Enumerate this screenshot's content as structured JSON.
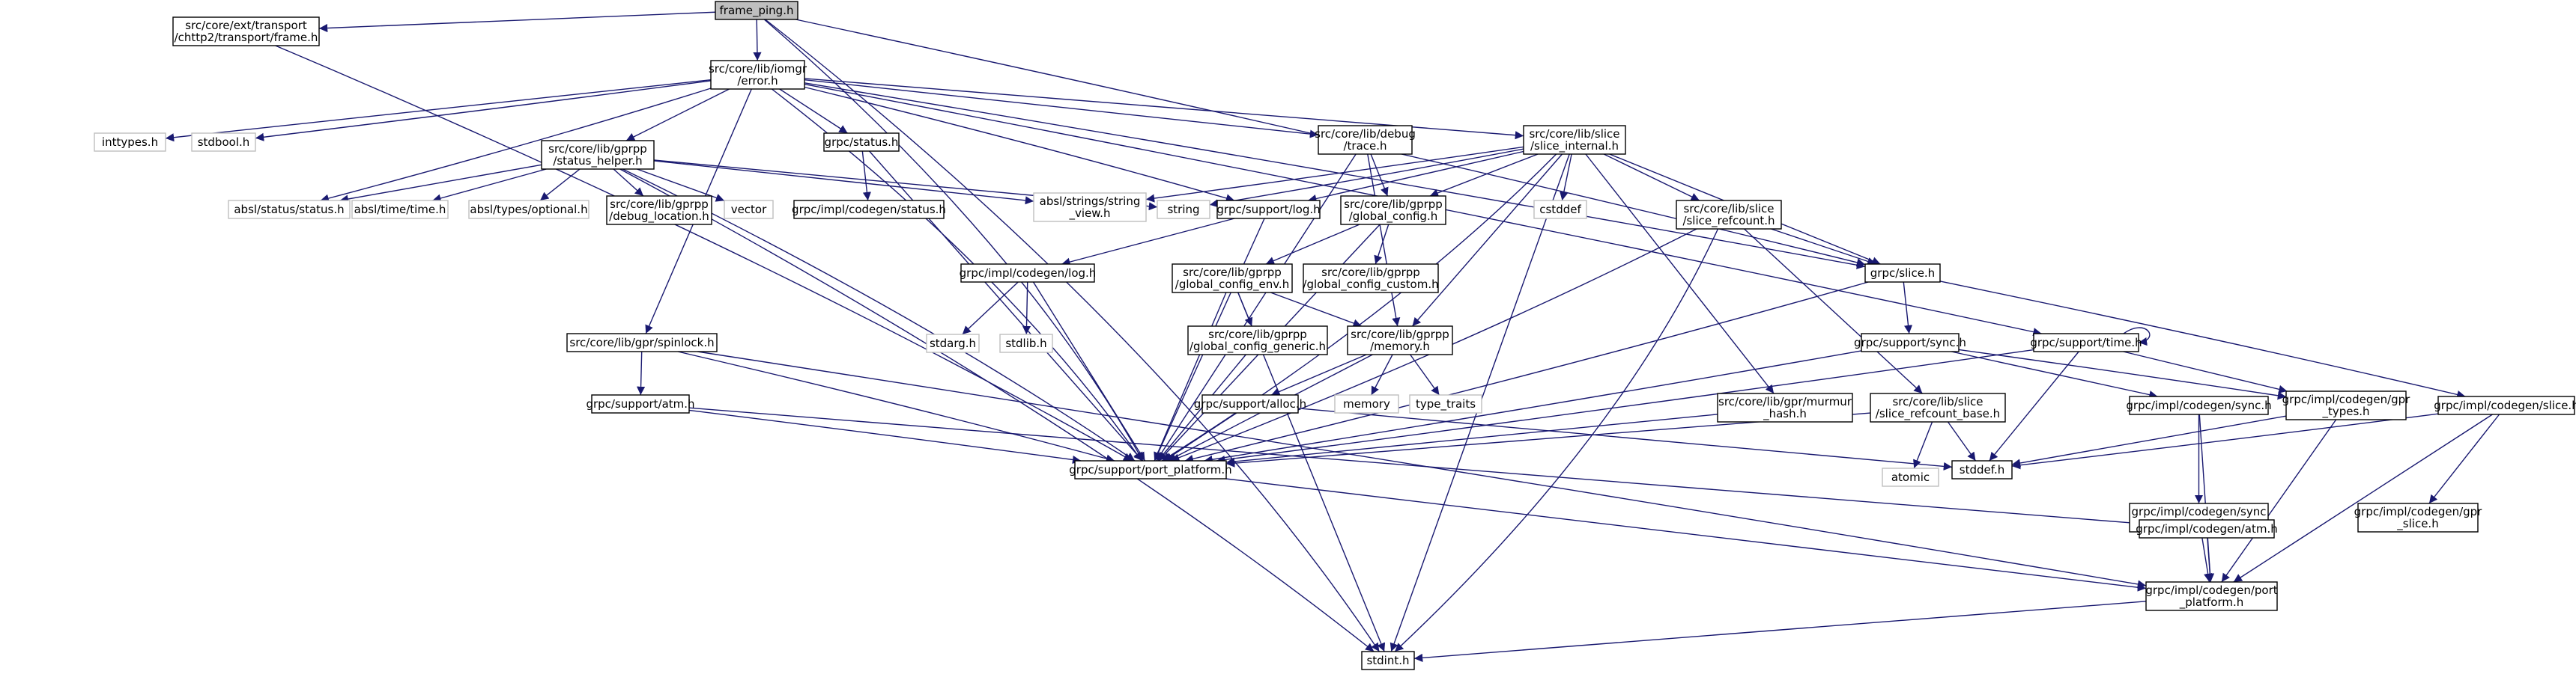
{
  "colors": {
    "edge": "#191970",
    "root_fill": "#bfbfbf",
    "node_fill": "#ffffff",
    "node_border": "#000000",
    "external_border": "#bfbfbf"
  },
  "nodes": [
    {
      "id": "frame_ping",
      "label": "frame_ping.h",
      "kind": "root"
    },
    {
      "id": "frame",
      "label": "src/core/ext/transport\n/chttp2/transport/frame.h",
      "kind": "file"
    },
    {
      "id": "error",
      "label": "src/core/lib/iomgr\n/error.h",
      "kind": "file"
    },
    {
      "id": "inttypes",
      "label": "inttypes.h",
      "kind": "external"
    },
    {
      "id": "stdbool",
      "label": "stdbool.h",
      "kind": "external"
    },
    {
      "id": "status_helper",
      "label": "src/core/lib/gprpp\n/status_helper.h",
      "kind": "file"
    },
    {
      "id": "grpc_status",
      "label": "grpc/status.h",
      "kind": "file"
    },
    {
      "id": "debug_trace",
      "label": "src/core/lib/debug\n/trace.h",
      "kind": "file"
    },
    {
      "id": "slice_internal",
      "label": "src/core/lib/slice\n/slice_internal.h",
      "kind": "file"
    },
    {
      "id": "absl_status",
      "label": "absl/status/status.h",
      "kind": "external"
    },
    {
      "id": "absl_time",
      "label": "absl/time/time.h",
      "kind": "external"
    },
    {
      "id": "absl_optional",
      "label": "absl/types/optional.h",
      "kind": "external"
    },
    {
      "id": "debug_location",
      "label": "src/core/lib/gprpp\n/debug_location.h",
      "kind": "file"
    },
    {
      "id": "vector",
      "label": "vector",
      "kind": "external"
    },
    {
      "id": "string_view",
      "label": "absl/strings/string\n_view.h",
      "kind": "external"
    },
    {
      "id": "string",
      "label": "string",
      "kind": "external"
    },
    {
      "id": "codegen_status",
      "label": "grpc/impl/codegen/status.h",
      "kind": "file"
    },
    {
      "id": "support_log",
      "label": "grpc/support/log.h",
      "kind": "file"
    },
    {
      "id": "global_config",
      "label": "src/core/lib/gprpp\n/global_config.h",
      "kind": "file"
    },
    {
      "id": "cstddef",
      "label": "cstddef",
      "kind": "external"
    },
    {
      "id": "slice_refcount",
      "label": "src/core/lib/slice\n/slice_refcount.h",
      "kind": "file"
    },
    {
      "id": "grpc_slice",
      "label": "grpc/slice.h",
      "kind": "file"
    },
    {
      "id": "codegen_log",
      "label": "grpc/impl/codegen/log.h",
      "kind": "file"
    },
    {
      "id": "global_config_env",
      "label": "src/core/lib/gprpp\n/global_config_env.h",
      "kind": "file"
    },
    {
      "id": "global_config_custom",
      "label": "src/core/lib/gprpp\n/global_config_custom.h",
      "kind": "file"
    },
    {
      "id": "spinlock",
      "label": "src/core/lib/gpr/spinlock.h",
      "kind": "file"
    },
    {
      "id": "stdarg",
      "label": "stdarg.h",
      "kind": "external"
    },
    {
      "id": "stdlib",
      "label": "stdlib.h",
      "kind": "external"
    },
    {
      "id": "global_config_generic",
      "label": "src/core/lib/gprpp\n/global_config_generic.h",
      "kind": "file"
    },
    {
      "id": "gprpp_memory",
      "label": "src/core/lib/gprpp\n/memory.h",
      "kind": "file"
    },
    {
      "id": "support_sync",
      "label": "grpc/support/sync.h",
      "kind": "file"
    },
    {
      "id": "support_time",
      "label": "grpc/support/time.h",
      "kind": "file"
    },
    {
      "id": "support_atm",
      "label": "grpc/support/atm.h",
      "kind": "file"
    },
    {
      "id": "support_alloc",
      "label": "grpc/support/alloc.h",
      "kind": "file"
    },
    {
      "id": "memory",
      "label": "memory",
      "kind": "external"
    },
    {
      "id": "type_traits",
      "label": "type_traits",
      "kind": "external"
    },
    {
      "id": "murmur_hash",
      "label": "src/core/lib/gpr/murmur\n_hash.h",
      "kind": "file"
    },
    {
      "id": "slice_refcount_base",
      "label": "src/core/lib/slice\n/slice_refcount_base.h",
      "kind": "file"
    },
    {
      "id": "codegen_sync",
      "label": "grpc/impl/codegen/sync.h",
      "kind": "file"
    },
    {
      "id": "gpr_types",
      "label": "grpc/impl/codegen/gpr\n_types.h",
      "kind": "file"
    },
    {
      "id": "codegen_slice",
      "label": "grpc/impl/codegen/slice.h",
      "kind": "file"
    },
    {
      "id": "port_platform",
      "label": "grpc/support/port_platform.h",
      "kind": "file"
    },
    {
      "id": "atomic",
      "label": "atomic",
      "kind": "external"
    },
    {
      "id": "stddef",
      "label": "stddef.h",
      "kind": "file"
    },
    {
      "id": "sync_generic",
      "label": "grpc/impl/codegen/sync\n_generic.h",
      "kind": "file"
    },
    {
      "id": "gpr_slice",
      "label": "grpc/impl/codegen/gpr\n_slice.h",
      "kind": "file"
    },
    {
      "id": "codegen_atm",
      "label": "grpc/impl/codegen/atm.h",
      "kind": "file"
    },
    {
      "id": "codegen_port_platform",
      "label": "grpc/impl/codegen/port\n_platform.h",
      "kind": "file"
    },
    {
      "id": "stdint",
      "label": "stdint.h",
      "kind": "file"
    }
  ],
  "edges": [
    [
      "frame_ping",
      "frame"
    ],
    [
      "frame_ping",
      "error"
    ],
    [
      "frame_ping",
      "stdint"
    ],
    [
      "frame_ping",
      "port_platform"
    ],
    [
      "frame_ping",
      "grpc_slice"
    ],
    [
      "frame",
      "port_platform"
    ],
    [
      "error",
      "inttypes"
    ],
    [
      "error",
      "stdbool"
    ],
    [
      "error",
      "status_helper"
    ],
    [
      "error",
      "grpc_status"
    ],
    [
      "error",
      "debug_trace"
    ],
    [
      "error",
      "slice_internal"
    ],
    [
      "error",
      "absl_status"
    ],
    [
      "error",
      "support_log"
    ],
    [
      "error",
      "spinlock"
    ],
    [
      "error",
      "port_platform"
    ],
    [
      "error",
      "grpc_slice"
    ],
    [
      "error",
      "support_time"
    ],
    [
      "status_helper",
      "absl_status"
    ],
    [
      "status_helper",
      "absl_time"
    ],
    [
      "status_helper",
      "absl_optional"
    ],
    [
      "status_helper",
      "debug_location"
    ],
    [
      "status_helper",
      "vector"
    ],
    [
      "status_helper",
      "string_view"
    ],
    [
      "status_helper",
      "string"
    ],
    [
      "status_helper",
      "port_platform"
    ],
    [
      "status_helper",
      "stdint"
    ],
    [
      "grpc_status",
      "codegen_status"
    ],
    [
      "grpc_status",
      "port_platform"
    ],
    [
      "debug_trace",
      "global_config"
    ],
    [
      "debug_trace",
      "gprpp_memory"
    ],
    [
      "debug_trace",
      "port_platform"
    ],
    [
      "slice_internal",
      "string_view"
    ],
    [
      "slice_internal",
      "string"
    ],
    [
      "slice_internal",
      "support_log"
    ],
    [
      "slice_internal",
      "global_config"
    ],
    [
      "slice_internal",
      "cstddef"
    ],
    [
      "slice_internal",
      "slice_refcount"
    ],
    [
      "slice_internal",
      "grpc_slice"
    ],
    [
      "slice_internal",
      "gprpp_memory"
    ],
    [
      "slice_internal",
      "murmur_hash"
    ],
    [
      "slice_internal",
      "port_platform"
    ],
    [
      "slice_internal",
      "stdint"
    ],
    [
      "support_log",
      "codegen_log"
    ],
    [
      "support_log",
      "port_platform"
    ],
    [
      "global_config",
      "global_config_env"
    ],
    [
      "global_config",
      "global_config_custom"
    ],
    [
      "global_config",
      "port_platform"
    ],
    [
      "slice_refcount",
      "grpc_slice"
    ],
    [
      "slice_refcount",
      "slice_refcount_base"
    ],
    [
      "slice_refcount",
      "port_platform"
    ],
    [
      "slice_refcount",
      "stdint"
    ],
    [
      "grpc_slice",
      "support_sync"
    ],
    [
      "grpc_slice",
      "codegen_slice"
    ],
    [
      "grpc_slice",
      "port_platform"
    ],
    [
      "codegen_log",
      "stdarg"
    ],
    [
      "codegen_log",
      "stdlib"
    ],
    [
      "codegen_log",
      "port_platform"
    ],
    [
      "global_config_env",
      "global_config_generic"
    ],
    [
      "global_config_env",
      "gprpp_memory"
    ],
    [
      "global_config_env",
      "port_platform"
    ],
    [
      "global_config_env",
      "stdint"
    ],
    [
      "global_config_generic",
      "port_platform"
    ],
    [
      "spinlock",
      "support_atm"
    ],
    [
      "spinlock",
      "port_platform"
    ],
    [
      "spinlock",
      "codegen_port_platform"
    ],
    [
      "gprpp_memory",
      "support_alloc"
    ],
    [
      "gprpp_memory",
      "memory"
    ],
    [
      "gprpp_memory",
      "type_traits"
    ],
    [
      "gprpp_memory",
      "port_platform"
    ],
    [
      "support_sync",
      "codegen_sync"
    ],
    [
      "support_sync",
      "gpr_types"
    ],
    [
      "support_sync",
      "port_platform"
    ],
    [
      "support_time",
      "support_time"
    ],
    [
      "support_time",
      "gpr_types"
    ],
    [
      "support_time",
      "stddef"
    ],
    [
      "support_time",
      "port_platform"
    ],
    [
      "support_atm",
      "codegen_atm"
    ],
    [
      "support_atm",
      "port_platform"
    ],
    [
      "support_alloc",
      "stddef"
    ],
    [
      "support_alloc",
      "port_platform"
    ],
    [
      "murmur_hash",
      "port_platform"
    ],
    [
      "slice_refcount_base",
      "atomic"
    ],
    [
      "slice_refcount_base",
      "stddef"
    ],
    [
      "slice_refcount_base",
      "port_platform"
    ],
    [
      "codegen_sync",
      "sync_generic"
    ],
    [
      "codegen_sync",
      "codegen_port_platform"
    ],
    [
      "gpr_types",
      "stddef"
    ],
    [
      "gpr_types",
      "codegen_port_platform"
    ],
    [
      "codegen_slice",
      "gpr_slice"
    ],
    [
      "codegen_slice",
      "stddef"
    ],
    [
      "codegen_slice",
      "codegen_port_platform"
    ],
    [
      "port_platform",
      "codegen_port_platform"
    ],
    [
      "sync_generic",
      "codegen_atm"
    ],
    [
      "sync_generic",
      "codegen_port_platform"
    ],
    [
      "codegen_atm",
      "codegen_port_platform"
    ],
    [
      "codegen_port_platform",
      "stdint"
    ]
  ]
}
